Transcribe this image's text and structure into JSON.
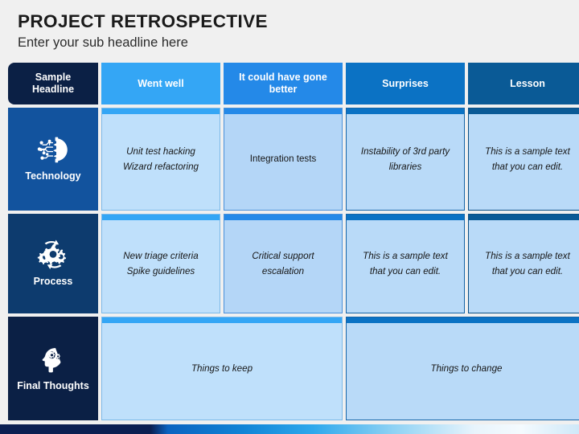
{
  "title": "PROJECT RETROSPECTIVE",
  "subtitle": "Enter your sub headline here",
  "colors": {
    "corner": "#0b2045",
    "col1": "#34a6f5",
    "col2": "#2489e8",
    "col3": "#0b72c4",
    "col4": "#0a5a96",
    "row1": "#12539e",
    "row2": "#0d3b6e",
    "row3": "#0b2045"
  },
  "headers": [
    {
      "label": "Sample Headline"
    },
    {
      "label": "Went well"
    },
    {
      "label": "It could have gone better"
    },
    {
      "label": "Surprises"
    },
    {
      "label": "Lesson"
    }
  ],
  "rows": [
    {
      "label": "Technology",
      "icon": "circuit-gear-icon",
      "cells": [
        {
          "text": "Unit test hacking\nWizard refactoring",
          "italic": true
        },
        {
          "text": "Integration tests",
          "italic": false
        },
        {
          "text": "Instability of 3rd party libraries",
          "italic": true
        },
        {
          "text": "This is a sample text that you can edit.",
          "italic": true
        }
      ]
    },
    {
      "label": "Process",
      "icon": "gears-cycle-icon",
      "cells": [
        {
          "text": "New triage criteria\nSpike guidelines",
          "italic": true
        },
        {
          "text": "Critical support escalation",
          "italic": true
        },
        {
          "text": "This is a sample text that you can edit.",
          "italic": true
        },
        {
          "text": "This is a sample text that you can edit.",
          "italic": true
        }
      ]
    },
    {
      "label": "Final Thoughts",
      "icon": "head-gears-icon",
      "cells": [
        {
          "text": "Things to keep",
          "italic": true
        },
        {
          "text": "Things to change",
          "italic": true
        }
      ]
    }
  ]
}
